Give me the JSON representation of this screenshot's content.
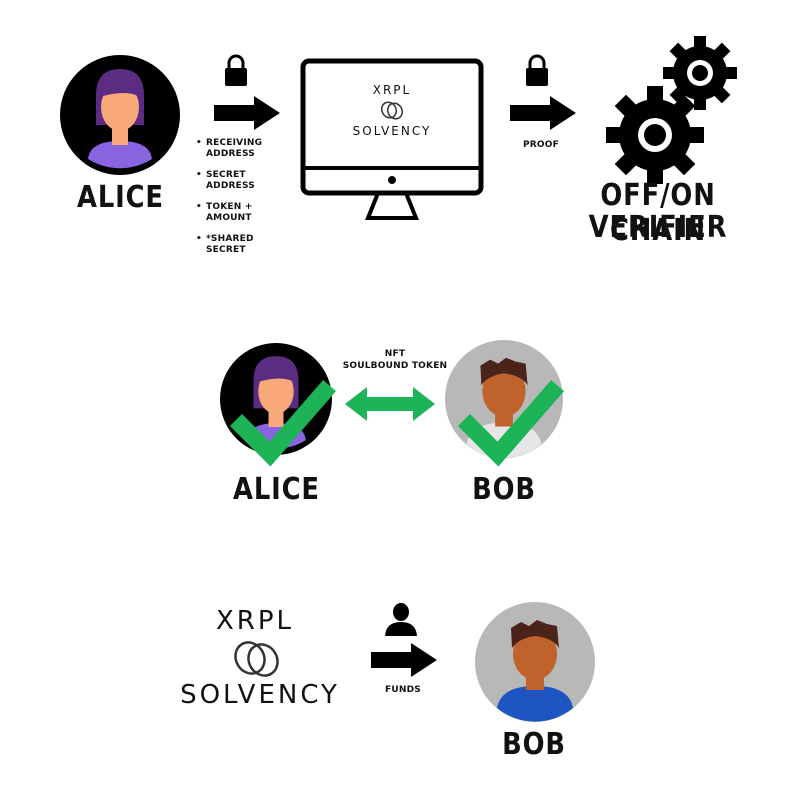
{
  "section1": {
    "alice_name": "ALICE",
    "inputs": [
      "RECEIVING ADDRESS",
      "SECRET ADDRESS",
      "TOKEN + AMOUNT",
      "*SHARED SECRET"
    ],
    "logo_top": "XRPL",
    "logo_bottom": "SOLVENCY",
    "proof_label": "PROOF",
    "verifier_line1": "OFF/ON CHAIN",
    "verifier_line2": "VERIFIER",
    "icons": [
      "lock-icon",
      "arrow-right-icon",
      "monitor-icon",
      "gear-icon"
    ]
  },
  "section2": {
    "token_line1": "NFT",
    "token_line2": "SOULBOUND TOKEN",
    "alice_name": "ALICE",
    "bob_name": "BOB",
    "icons": [
      "checkmark-icon",
      "double-arrow-icon"
    ]
  },
  "section3": {
    "logo_top": "XRPL",
    "logo_bottom": "SOLVENCY",
    "funds_label": "FUNDS",
    "bob_name": "BOB",
    "icons": [
      "person-icon",
      "arrow-right-icon",
      "rings-icon"
    ]
  },
  "colors": {
    "alice_skin": "#f9a87a",
    "alice_hair": "#5b2d82",
    "alice_shirt": "#8a63e0",
    "bob_skin": "#c0622b",
    "bob_hair": "#4a2418",
    "bob_shirt_white": "#e6e6e6",
    "bob_shirt_blue": "#1f55c2",
    "check_green": "#1cb457",
    "bob_background": "#b8b8b8"
  }
}
